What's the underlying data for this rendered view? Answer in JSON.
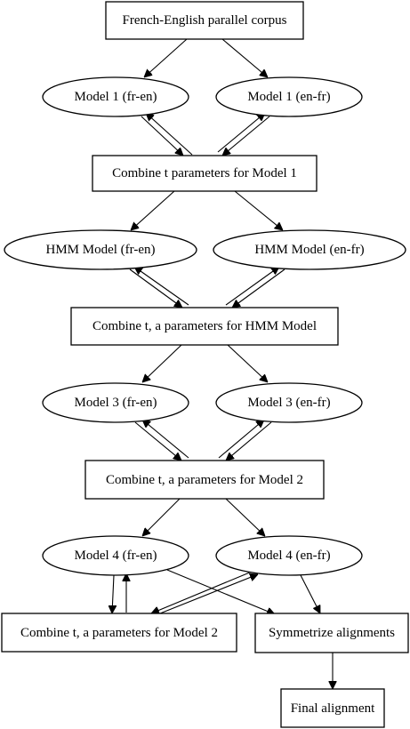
{
  "nodes": {
    "corpus": "French-English parallel corpus",
    "m1_fren": "Model 1 (fr-en)",
    "m1_enfr": "Model 1 (en-fr)",
    "combine_m1": "Combine t parameters for Model 1",
    "hmm_fren": "HMM Model (fr-en)",
    "hmm_enfr": "HMM Model (en-fr)",
    "combine_hmm": "Combine t, a parameters for HMM Model",
    "m3_fren": "Model 3 (fr-en)",
    "m3_enfr": "Model 3 (en-fr)",
    "combine_m2_a": "Combine t, a parameters for Model 2",
    "m4_fren": "Model 4 (fr-en)",
    "m4_enfr": "Model 4 (en-fr)",
    "combine_m2_b": "Combine t, a parameters for Model 2",
    "symmetrize": "Symmetrize alignments",
    "final": "Final alignment"
  }
}
